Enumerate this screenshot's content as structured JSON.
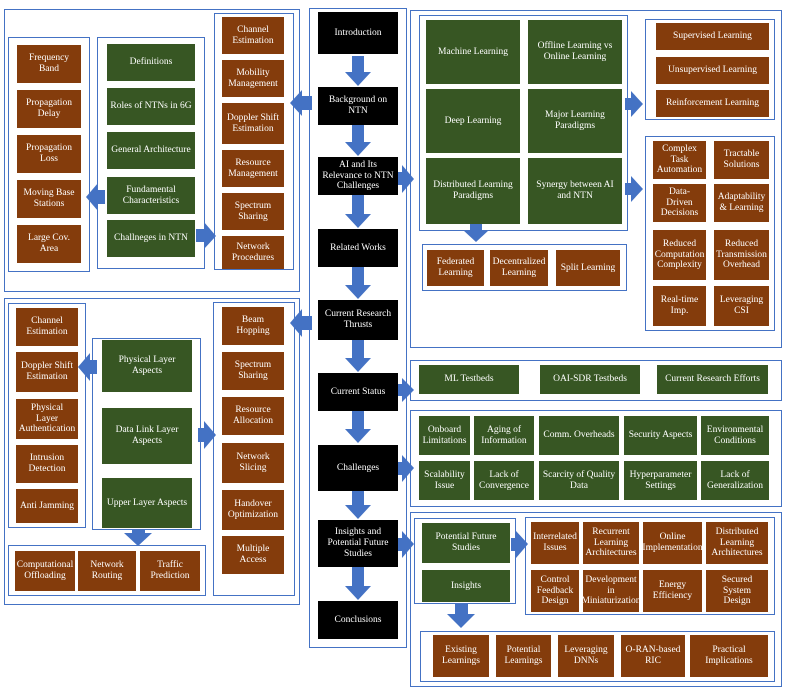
{
  "spine": {
    "introduction": "Introduction",
    "background": "Background on NTN",
    "ai_relevance": "AI and Its Relevance to NTN Challenges",
    "related_works": "Related Works",
    "research_thrusts": "Current Research Thrusts",
    "current_status": "Current Status",
    "challenges": "Challenges",
    "insights": "Insights and Potential Future Studies",
    "conclusions": "Conclusions"
  },
  "background_section": {
    "definitions": "Definitions",
    "roles": "Roles of NTNs in 6G",
    "architecture": "General Architecture",
    "fundamental": "Fundamental Characteristics",
    "challenges": "Challneges in NTN"
  },
  "fundamental_characteristics": {
    "frequency_band": "Frequency Band",
    "propagation_delay": "Propagation Delay",
    "propagation_loss": "Propagation Loss",
    "moving_base": "Moving Base Stations",
    "large_coverage": "Large Cov. Area"
  },
  "ntn_challenges": {
    "channel_estimation": "Channel Estimation",
    "mobility": "Mobility Management",
    "doppler": "Doppler Shift Estimation",
    "resource": "Resource Management",
    "spectrum": "Spectrum Sharing",
    "procedures": "Network Procedures"
  },
  "ai_section": {
    "ml": "Machine Learning",
    "offline_online": "Offline Learning vs Online Learning",
    "deep": "Deep Learning",
    "major_paradigms": "Major Learning Paradigms",
    "distributed": "Distributed Learning Paradigms",
    "synergy": "Synergy between AI and NTN"
  },
  "paradigms": {
    "supervised": "Supervised Learning",
    "unsupervised": "Unsupervised Learning",
    "reinforcement": "Reinforcement Learning"
  },
  "distributed_types": {
    "federated": "Federated Learning",
    "decentralized": "Decentralized Learning",
    "split": "Split Learning"
  },
  "synergy_items": {
    "complex_task": "Complex Task Automation",
    "tractable": "Tractable Solutions",
    "data_driven": "Data-Driven Decisions",
    "adaptability": "Adaptability & Learning",
    "reduced_complexity": "Reduced Computation Complexity",
    "reduced_overhead": "Reduced Transmission Overhead",
    "realtime": "Real-time Imp.",
    "csi": "Leveraging CSI"
  },
  "thrusts_section": {
    "physical": "Physical Layer Aspects",
    "data_link": "Data Link Layer Aspects",
    "upper": "Upper Layer Aspects"
  },
  "physical_items": {
    "channel_estimation": "Channel Estimation",
    "doppler": "Doppler Shift Estimation",
    "authentication": "Physical Layer Authentication",
    "intrusion": "Intrusion Detection",
    "anti_jamming": "Anti Jamming"
  },
  "datalink_items": {
    "beam_hopping": "Beam Hopping",
    "spectrum": "Spectrum Sharing",
    "resource": "Resource Allocation",
    "slicing": "Network Slicing",
    "handover": "Handover Optimization",
    "multiple_access": "Multiple Access"
  },
  "upper_items": {
    "offloading": "Computational Offloading",
    "routing": "Network Routing",
    "traffic": "Traffic Prediction"
  },
  "status_items": {
    "ml_testbeds": "ML Testbeds",
    "oai_testbeds": "OAI-SDR Testbeds",
    "research_efforts": "Current Research Efforts"
  },
  "challenge_items": {
    "onboard": "Onboard Limitations",
    "aging": "Aging of Information",
    "comm_overheads": "Comm. Overheads",
    "security": "Security Aspects",
    "environmental": "Environmental Conditions",
    "scalability": "Scalability Issue",
    "convergence": "Lack of Convergence",
    "scarcity": "Scarcity of Quality Data",
    "hyperparameter": "Hyperparameter Settings",
    "generalization": "Lack of Generalization"
  },
  "insights_section": {
    "future_studies": "Potential Future Studies",
    "insights": "Insights"
  },
  "future_items": {
    "interrelated": "Interrelated Issues",
    "recurrent": "Recurrent Learning Architectures",
    "online_impl": "Online Implementation",
    "distributed_arch": "Distributed Learning Architectures",
    "control_feedback": "Control Feedback Design",
    "miniaturization": "Development in Miniaturization",
    "energy": "Energy Efficiency",
    "secured": "Secured System Design"
  },
  "insight_items": {
    "existing": "Existing Learnings",
    "potential": "Potential Learnings",
    "dnns": "Leveraging DNNs",
    "oran": "O-RAN-based RIC",
    "practical": "Practical Implications"
  },
  "colors": {
    "frame_border": "#4472c4",
    "arrow": "#4472c4",
    "brown_box": "#843c0c",
    "green_box": "#375623",
    "black_box": "#000000"
  }
}
